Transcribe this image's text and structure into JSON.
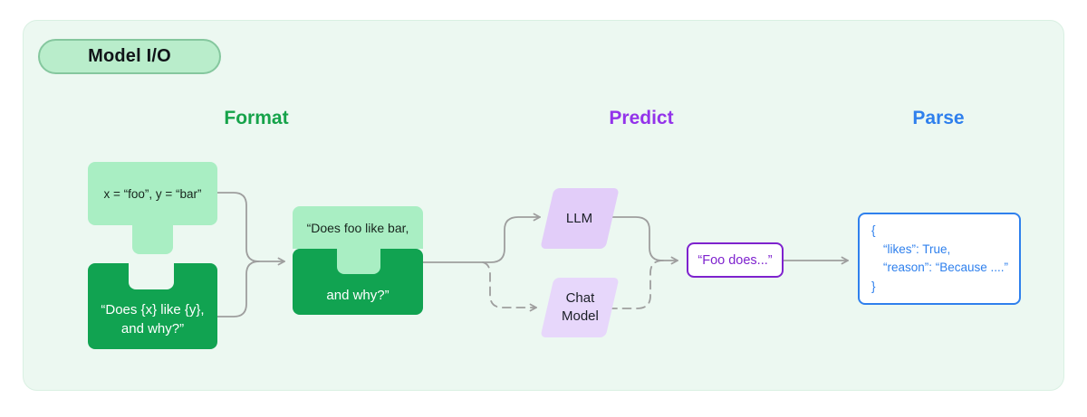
{
  "badge": {
    "label": "Model I/O"
  },
  "columns": {
    "format": {
      "label": "Format",
      "color": "#16a34a"
    },
    "predict": {
      "label": "Predict",
      "color": "#9333ea"
    },
    "parse": {
      "label": "Parse",
      "color": "#2f80ed"
    }
  },
  "format_stage": {
    "values_piece": {
      "text": "x = “foo”, y = “bar”"
    },
    "template_piece": {
      "line1": "“Does {x} like {y},",
      "line2": "and why?”"
    },
    "combined_piece": {
      "line1": "“Does foo like bar,",
      "line2": "and why?”"
    }
  },
  "predict_stage": {
    "llm": {
      "label": "LLM"
    },
    "chat_model": {
      "line1": "Chat",
      "line2": "Model"
    },
    "output": {
      "text": "“Foo does...”"
    }
  },
  "parse_stage": {
    "result_lines": [
      "{",
      "“likes”: True,",
      "“reason”: “Because ....”",
      "}"
    ]
  },
  "colors": {
    "card_bg": "#ecf8f1",
    "light_green": "#a9eec3",
    "dark_green": "#11a351",
    "purple_fill": "#e2cdf9",
    "purple_border": "#7e22ce",
    "blue": "#2f80ed",
    "connector_gray": "#9e9e9e"
  }
}
